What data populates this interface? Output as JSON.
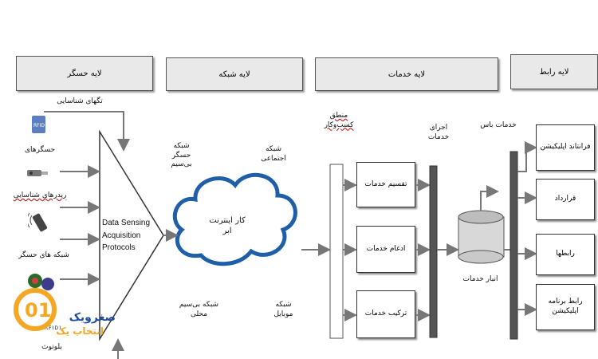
{
  "layers": {
    "sensing": "لایه حسگر",
    "network": "لایه شبکه",
    "services": "لایه خدمات",
    "interface": "لایه رابط"
  },
  "sensing": {
    "items": [
      "تگهای شناسایی",
      "حسگرهای",
      "ریدرهای شناسایی",
      "شبکه های حسگر",
      "(RFID)",
      "بلوتوث"
    ],
    "protocol_box": [
      "Data Sensing",
      "Acquisition",
      "Protocols"
    ],
    "icons": [
      "rfid-tag-icon",
      "sensor-icon",
      "rfid-reader-icon",
      "sensor-board-icon"
    ]
  },
  "network": {
    "wireless_sensor": "شبکه حسگر بی‌سیم",
    "social": "شبکه اجتماعی",
    "cloud": "کار اینترنت ابر",
    "local_wireless": "شبکه بی‌سیم محلی",
    "mobile": "شبکه موبایل"
  },
  "services": {
    "computational_logic": "منطق کسب‌وکار",
    "execution": "اجرای خدمات",
    "divide": "تقسیم خدمات",
    "merge": "ادغام خدمات",
    "compose": "ترکیب خدمات",
    "repository": "انبار خدمات",
    "service_bus": "خدمات باس"
  },
  "interface": {
    "contract": "قرارداد",
    "protocol": "فرانتاند اپلیکیشن",
    "relations": "رابطها",
    "app_interface": "رابط برنامه اپلیکیشن"
  },
  "watermark": {
    "line1": "صغرویک",
    "line2": "انتخاب یک"
  },
  "colors": {
    "cloud_stroke": "#1f5fa8",
    "header_fill": "#e9e9e9",
    "watermark_orange": "#f5a623",
    "watermark_blue": "#1f4e9c"
  }
}
